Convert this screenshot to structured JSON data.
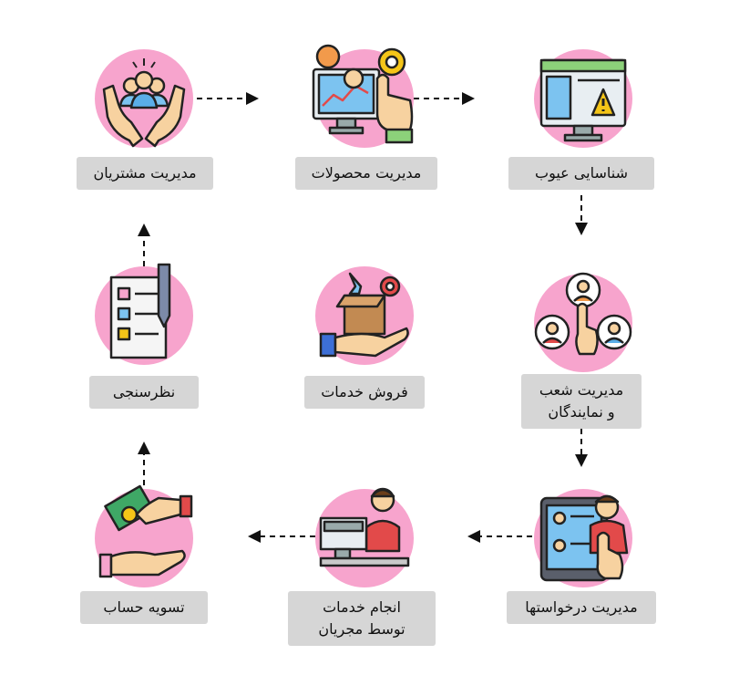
{
  "nodes": {
    "customer_mgmt": {
      "label": "مدیریت مشتریان",
      "icon": "customer-care-icon"
    },
    "product_mgmt": {
      "label": "مدیریت محصولات",
      "icon": "product-dashboard-icon"
    },
    "defect_detection": {
      "label": "شناسایی عیوب",
      "icon": "warning-monitor-icon"
    },
    "survey": {
      "label": "نظرسنجی",
      "icon": "survey-clipboard-icon"
    },
    "service_sales": {
      "label": "فروش خدمات",
      "icon": "service-box-icon"
    },
    "branch_mgmt": {
      "label": "مدیریت شعب\nو نمایندگان",
      "icon": "network-people-icon"
    },
    "settlement": {
      "label": "تسویه حساب",
      "icon": "payment-hands-icon"
    },
    "service_execution": {
      "label": "انجام خدمات\nتوسط مجریان",
      "icon": "technician-desk-icon"
    },
    "request_mgmt": {
      "label": "مدیریت درخواستها",
      "icon": "request-tablet-icon"
    }
  },
  "colors": {
    "circle": "#f7a4cd",
    "label_bg": "#d6d6d6",
    "arrow": "#111111"
  }
}
